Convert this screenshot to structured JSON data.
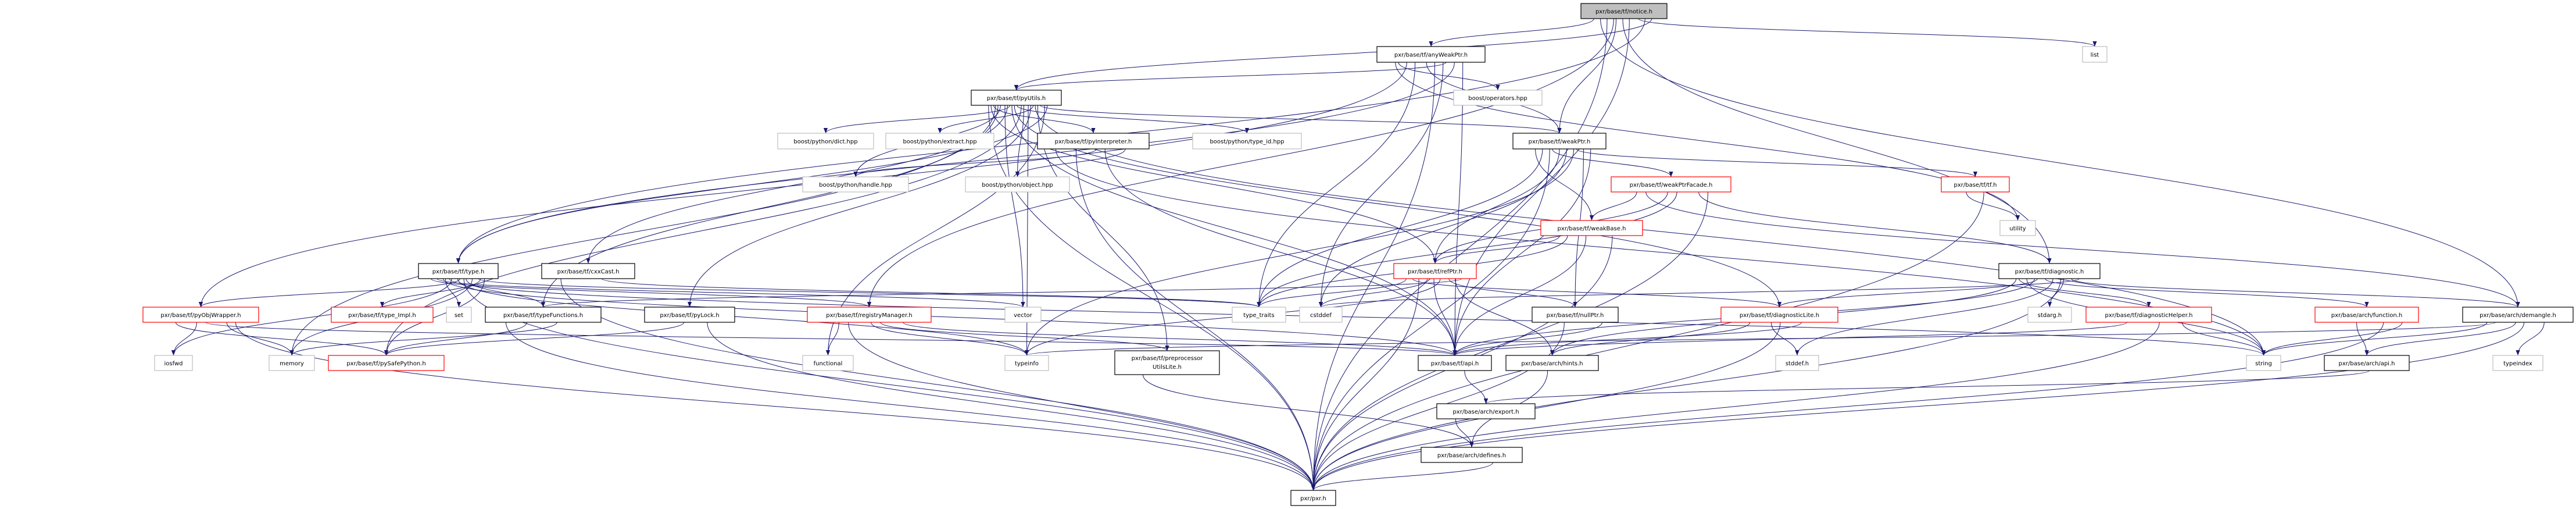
{
  "graph": {
    "title": "pxr/base/tf/notice.h",
    "edge_color": "#191970",
    "legend_colors": {
      "root_fill": "#bfbfbf",
      "documented_border": "#000000",
      "external_border": "#bfbfbf",
      "truncated_border": "#ff0000"
    },
    "nodes": [
      {
        "id": "notice",
        "label": "pxr/base/tf/notice.h",
        "kind": "root"
      },
      {
        "id": "anyWeakPtr",
        "label": "pxr/base/tf/anyWeakPtr.h",
        "kind": "internal"
      },
      {
        "id": "list",
        "label": "list",
        "kind": "external"
      },
      {
        "id": "pyUtils",
        "label": "pxr/base/tf/pyUtils.h",
        "kind": "internal"
      },
      {
        "id": "operators",
        "label": "boost/operators.hpp",
        "kind": "external"
      },
      {
        "id": "dict",
        "label": "boost/python/dict.hpp",
        "kind": "external"
      },
      {
        "id": "extract",
        "label": "boost/python/extract.hpp",
        "kind": "external"
      },
      {
        "id": "pyInterpreter",
        "label": "pxr/base/tf/pyInterpreter.h",
        "kind": "internal"
      },
      {
        "id": "type_id",
        "label": "boost/python/type_id.hpp",
        "kind": "external"
      },
      {
        "id": "weakPtr",
        "label": "pxr/base/tf/weakPtr.h",
        "kind": "internal"
      },
      {
        "id": "handle",
        "label": "boost/python/handle.hpp",
        "kind": "external"
      },
      {
        "id": "object",
        "label": "boost/python/object.hpp",
        "kind": "external"
      },
      {
        "id": "weakPtrFacade",
        "label": "pxr/base/tf/weakPtrFacade.h",
        "kind": "truncated"
      },
      {
        "id": "tf",
        "label": "pxr/base/tf/tf.h",
        "kind": "truncated"
      },
      {
        "id": "weakBase",
        "label": "pxr/base/tf/weakBase.h",
        "kind": "truncated"
      },
      {
        "id": "utility",
        "label": "utility",
        "kind": "external"
      },
      {
        "id": "type",
        "label": "pxr/base/tf/type.h",
        "kind": "internal"
      },
      {
        "id": "cxxCast",
        "label": "pxr/base/tf/cxxCast.h",
        "kind": "internal"
      },
      {
        "id": "refPtr",
        "label": "pxr/base/tf/refPtr.h",
        "kind": "truncated"
      },
      {
        "id": "diagnostic",
        "label": "pxr/base/tf/diagnostic.h",
        "kind": "internal"
      },
      {
        "id": "pyObjWrapper",
        "label": "pxr/base/tf/pyObjWrapper.h",
        "kind": "truncated"
      },
      {
        "id": "type_Impl",
        "label": "pxr/base/tf/type_Impl.h",
        "kind": "truncated"
      },
      {
        "id": "set",
        "label": "set",
        "kind": "external"
      },
      {
        "id": "typeFunctions",
        "label": "pxr/base/tf/typeFunctions.h",
        "kind": "internal"
      },
      {
        "id": "pyLock",
        "label": "pxr/base/tf/pyLock.h",
        "kind": "internal"
      },
      {
        "id": "registryManager",
        "label": "pxr/base/tf/registryManager.h",
        "kind": "truncated"
      },
      {
        "id": "vector",
        "label": "vector",
        "kind": "external"
      },
      {
        "id": "type_traits",
        "label": "type_traits",
        "kind": "external"
      },
      {
        "id": "cstddef",
        "label": "cstddef",
        "kind": "external"
      },
      {
        "id": "nullPtr",
        "label": "pxr/base/tf/nullPtr.h",
        "kind": "internal"
      },
      {
        "id": "diagnosticLite",
        "label": "pxr/base/tf/diagnosticLite.h",
        "kind": "truncated"
      },
      {
        "id": "stdarg",
        "label": "stdarg.h",
        "kind": "external"
      },
      {
        "id": "diagnosticHelper",
        "label": "pxr/base/tf/diagnosticHelper.h",
        "kind": "truncated"
      },
      {
        "id": "function",
        "label": "pxr/base/arch/function.h",
        "kind": "truncated"
      },
      {
        "id": "demangle",
        "label": "pxr/base/arch/demangle.h",
        "kind": "internal"
      },
      {
        "id": "iosfwd",
        "label": "iosfwd",
        "kind": "external"
      },
      {
        "id": "memory",
        "label": "memory",
        "kind": "external"
      },
      {
        "id": "pySafePython",
        "label": "pxr/base/tf/pySafePython.h",
        "kind": "truncated"
      },
      {
        "id": "functional",
        "label": "functional",
        "kind": "external"
      },
      {
        "id": "typeinfo",
        "label": "typeinfo",
        "kind": "external"
      },
      {
        "id": "preprocessorUtilsLite",
        "label": "pxr/base/tf/preprocessor",
        "label2": "UtilsLite.h",
        "kind": "internal"
      },
      {
        "id": "tfApi",
        "label": "pxr/base/tf/api.h",
        "kind": "internal"
      },
      {
        "id": "hints",
        "label": "pxr/base/arch/hints.h",
        "kind": "internal"
      },
      {
        "id": "stddef",
        "label": "stddef.h",
        "kind": "external"
      },
      {
        "id": "string",
        "label": "string",
        "kind": "external"
      },
      {
        "id": "archApi",
        "label": "pxr/base/arch/api.h",
        "kind": "internal"
      },
      {
        "id": "typeindex",
        "label": "typeindex",
        "kind": "external"
      },
      {
        "id": "export",
        "label": "pxr/base/arch/export.h",
        "kind": "internal"
      },
      {
        "id": "defines",
        "label": "pxr/base/arch/defines.h",
        "kind": "internal"
      },
      {
        "id": "pxr",
        "label": "pxr/pxr.h",
        "kind": "internal"
      }
    ],
    "edges": [
      [
        "notice",
        "anyWeakPtr"
      ],
      [
        "notice",
        "weakPtr"
      ],
      [
        "notice",
        "list"
      ],
      [
        "notice",
        "demangle"
      ],
      [
        "notice",
        "diagnostic"
      ],
      [
        "notice",
        "type"
      ],
      [
        "notice",
        "pxr"
      ],
      [
        "notice",
        "tfApi"
      ],
      [
        "notice",
        "pyUtils"
      ],
      [
        "notice",
        "registryManager"
      ],
      [
        "anyWeakPtr",
        "pyUtils"
      ],
      [
        "anyWeakPtr",
        "operators"
      ],
      [
        "anyWeakPtr",
        "weakPtr"
      ],
      [
        "anyWeakPtr",
        "type"
      ],
      [
        "anyWeakPtr",
        "pyObjWrapper"
      ],
      [
        "anyWeakPtr",
        "pxr"
      ],
      [
        "anyWeakPtr",
        "tfApi"
      ],
      [
        "anyWeakPtr",
        "type_traits"
      ],
      [
        "anyWeakPtr",
        "cstddef"
      ],
      [
        "anyWeakPtr",
        "utility"
      ],
      [
        "pyUtils",
        "dict"
      ],
      [
        "pyUtils",
        "extract"
      ],
      [
        "pyUtils",
        "pyInterpreter"
      ],
      [
        "pyUtils",
        "type_id"
      ],
      [
        "pyUtils",
        "weakPtr"
      ],
      [
        "pyUtils",
        "handle"
      ],
      [
        "pyUtils",
        "object"
      ],
      [
        "pyUtils",
        "type"
      ],
      [
        "pyUtils",
        "cxxCast"
      ],
      [
        "pyUtils",
        "pyLock"
      ],
      [
        "pyUtils",
        "refPtr"
      ],
      [
        "pyUtils",
        "diagnosticLite"
      ],
      [
        "pyUtils",
        "preprocessorUtilsLite"
      ],
      [
        "pyUtils",
        "typeFunctions"
      ],
      [
        "pyUtils",
        "pySafePython"
      ],
      [
        "pyUtils",
        "functional"
      ],
      [
        "pyUtils",
        "vector"
      ],
      [
        "pyUtils",
        "typeinfo"
      ],
      [
        "pyUtils",
        "pxr"
      ],
      [
        "pyUtils",
        "tfApi"
      ],
      [
        "pyUtils",
        "string"
      ],
      [
        "pyUtils",
        "memory"
      ],
      [
        "pyInterpreter",
        "handle"
      ],
      [
        "pyInterpreter",
        "object"
      ],
      [
        "pyInterpreter",
        "pxr"
      ],
      [
        "pyInterpreter",
        "tfApi"
      ],
      [
        "pyInterpreter",
        "string"
      ],
      [
        "weakPtr",
        "weakPtrFacade"
      ],
      [
        "weakPtr",
        "tf"
      ],
      [
        "weakPtr",
        "weakBase"
      ],
      [
        "weakPtr",
        "refPtr"
      ],
      [
        "weakPtr",
        "nullPtr"
      ],
      [
        "weakPtr",
        "type_traits"
      ],
      [
        "weakPtr",
        "cstddef"
      ],
      [
        "weakPtr",
        "tfApi"
      ],
      [
        "weakPtr",
        "pxr"
      ],
      [
        "weakPtr",
        "typeinfo"
      ],
      [
        "weakPtrFacade",
        "weakBase"
      ],
      [
        "weakPtrFacade",
        "refPtr"
      ],
      [
        "weakPtrFacade",
        "diagnostic"
      ],
      [
        "weakPtrFacade",
        "demangle"
      ],
      [
        "weakPtrFacade",
        "type_traits"
      ],
      [
        "weakPtrFacade",
        "pxr"
      ],
      [
        "tf",
        "utility"
      ],
      [
        "tf",
        "pxr"
      ],
      [
        "weakBase",
        "refPtr"
      ],
      [
        "weakBase",
        "tfApi"
      ],
      [
        "weakBase",
        "pxr"
      ],
      [
        "weakBase",
        "type_traits"
      ],
      [
        "type",
        "pyObjWrapper"
      ],
      [
        "type",
        "type_Impl"
      ],
      [
        "type",
        "set"
      ],
      [
        "type",
        "typeFunctions"
      ],
      [
        "type",
        "registryManager"
      ],
      [
        "type",
        "iosfwd"
      ],
      [
        "type",
        "memory"
      ],
      [
        "type",
        "vector"
      ],
      [
        "type",
        "typeinfo"
      ],
      [
        "type",
        "type_traits"
      ],
      [
        "type",
        "tfApi"
      ],
      [
        "type",
        "pxr"
      ],
      [
        "type",
        "pySafePython"
      ],
      [
        "type",
        "string"
      ],
      [
        "cxxCast",
        "type_traits"
      ],
      [
        "cxxCast",
        "pxr"
      ],
      [
        "pyObjWrapper",
        "iosfwd"
      ],
      [
        "pyObjWrapper",
        "memory"
      ],
      [
        "pyObjWrapper",
        "pySafePython"
      ],
      [
        "pyObjWrapper",
        "tfApi"
      ],
      [
        "pyObjWrapper",
        "pxr"
      ],
      [
        "typeFunctions",
        "pySafePython"
      ],
      [
        "typeFunctions",
        "memory"
      ],
      [
        "typeFunctions",
        "pxr"
      ],
      [
        "pyLock",
        "pySafePython"
      ],
      [
        "pyLock",
        "pxr"
      ],
      [
        "registryManager",
        "functional"
      ],
      [
        "registryManager",
        "typeinfo"
      ],
      [
        "registryManager",
        "tfApi"
      ],
      [
        "registryManager",
        "pxr"
      ],
      [
        "registryManager",
        "preprocessorUtilsLite"
      ],
      [
        "refPtr",
        "type_traits"
      ],
      [
        "refPtr",
        "cstddef"
      ],
      [
        "refPtr",
        "nullPtr"
      ],
      [
        "refPtr",
        "diagnosticLite"
      ],
      [
        "refPtr",
        "tfApi"
      ],
      [
        "refPtr",
        "hints"
      ],
      [
        "refPtr",
        "pxr"
      ],
      [
        "refPtr",
        "typeinfo"
      ],
      [
        "refPtr",
        "typeFunctions"
      ],
      [
        "diagnostic",
        "diagnosticLite"
      ],
      [
        "diagnostic",
        "stdarg"
      ],
      [
        "diagnostic",
        "diagnosticHelper"
      ],
      [
        "diagnostic",
        "function"
      ],
      [
        "diagnostic",
        "demangle"
      ],
      [
        "diagnostic",
        "string"
      ],
      [
        "diagnostic",
        "stddef"
      ],
      [
        "diagnostic",
        "cstddef"
      ],
      [
        "diagnostic",
        "tfApi"
      ],
      [
        "diagnostic",
        "pxr"
      ],
      [
        "diagnostic",
        "hints"
      ],
      [
        "diagnosticLite",
        "stddef"
      ],
      [
        "diagnosticLite",
        "tfApi"
      ],
      [
        "diagnosticLite",
        "hints"
      ],
      [
        "diagnosticLite",
        "pxr"
      ],
      [
        "diagnosticHelper",
        "string"
      ],
      [
        "diagnosticHelper",
        "tfApi"
      ],
      [
        "diagnosticHelper",
        "pxr"
      ],
      [
        "function",
        "string"
      ],
      [
        "function",
        "archApi"
      ],
      [
        "function",
        "pxr"
      ],
      [
        "demangle",
        "string"
      ],
      [
        "demangle",
        "archApi"
      ],
      [
        "demangle",
        "typeindex"
      ],
      [
        "demangle",
        "typeinfo"
      ],
      [
        "demangle",
        "pxr"
      ],
      [
        "nullPtr",
        "tfApi"
      ],
      [
        "nullPtr",
        "pxr"
      ],
      [
        "tfApi",
        "export"
      ],
      [
        "export",
        "defines"
      ],
      [
        "hints",
        "defines"
      ],
      [
        "defines",
        "pxr"
      ],
      [
        "preprocessorUtilsLite",
        "defines"
      ],
      [
        "archApi",
        "export"
      ]
    ]
  }
}
